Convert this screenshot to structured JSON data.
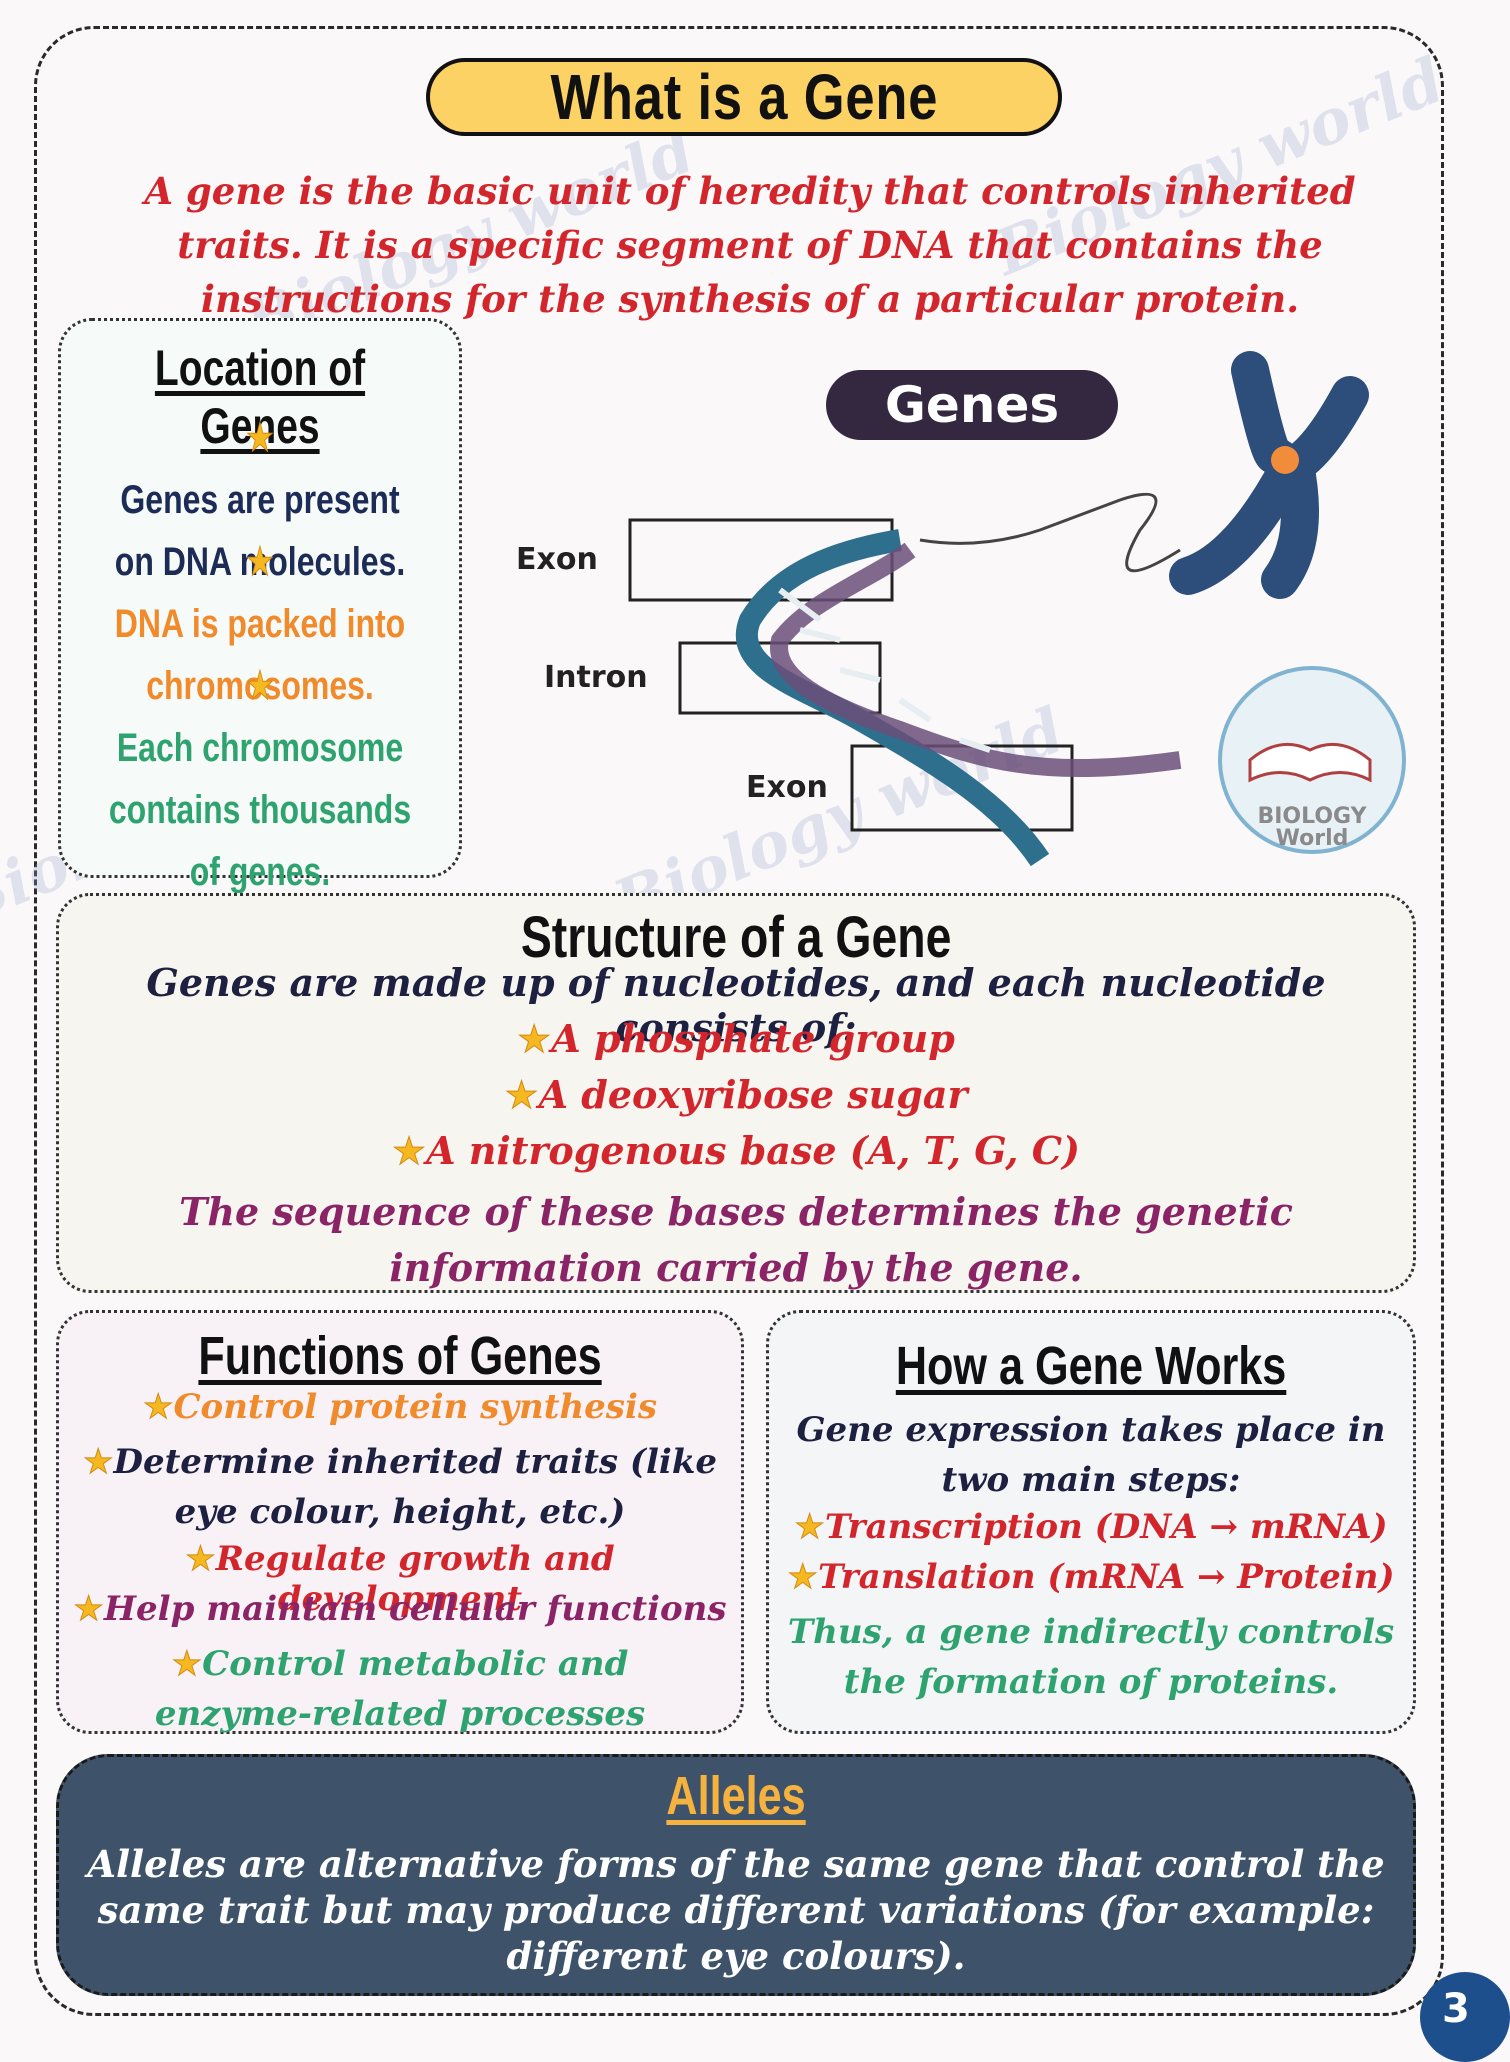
{
  "title": "What is a Gene",
  "intro": "A gene is the basic unit of heredity that controls inherited traits. It is a specific segment of DNA that contains the instructions for the synthesis of a particular protein.",
  "watermark": "Biology world",
  "location": {
    "heading": "Location of Genes",
    "points": [
      {
        "text": "Genes are present on DNA molecules.",
        "color": "#1d2b57"
      },
      {
        "text": "DNA is packed into chromosomes.",
        "color": "#f08a2b"
      },
      {
        "text": "Each chromosome contains thousands of genes.",
        "color": "#2ea36f"
      }
    ]
  },
  "diagram": {
    "badge": "Genes",
    "labels": [
      "Exon",
      "Intron",
      "Exon"
    ],
    "logo_text": [
      "BIOLOGY",
      "World"
    ]
  },
  "structure": {
    "heading": "Structure of a Gene",
    "lead": "Genes are made up of nucleotides, and each nucleotide consists of:",
    "items": [
      "A phosphate group",
      "A deoxyribose sugar",
      "A nitrogenous base (A, T, G, C)"
    ],
    "conclusion": "The sequence of these bases determines the genetic information carried by the gene."
  },
  "functions": {
    "heading": "Functions of Genes",
    "items": [
      {
        "text": "Control protein synthesis",
        "color": "#f08a2b"
      },
      {
        "text": "Determine inherited traits (like eye colour, height, etc.)",
        "color": "#1d2040"
      },
      {
        "text": "Regulate growth and development",
        "color": "#d2262c"
      },
      {
        "text": "Help maintain cellular functions",
        "color": "#8b2467"
      },
      {
        "text": "Control metabolic and enzyme-related processes",
        "color": "#2ea36f"
      }
    ]
  },
  "works": {
    "heading": "How a Gene Works",
    "lead": "Gene expression takes place in two main steps:",
    "steps": [
      "Transcription (DNA → mRNA)",
      "Translation (mRNA → Protein)"
    ],
    "conclusion": "Thus, a gene indirectly controls the formation of proteins."
  },
  "alleles": {
    "heading": "Alleles",
    "body": "Alleles are alternative forms of the same gene that control the same trait but may produce different variations (for example: different eye colours)."
  },
  "page_number": "3",
  "colors": {
    "title_bg": "#fbd263",
    "intro": "#d2262c",
    "alleles_bg": "#3e536a",
    "alleles_heading": "#f6b23e",
    "structure_conclusion": "#8b2467",
    "star": "#f5b821"
  }
}
